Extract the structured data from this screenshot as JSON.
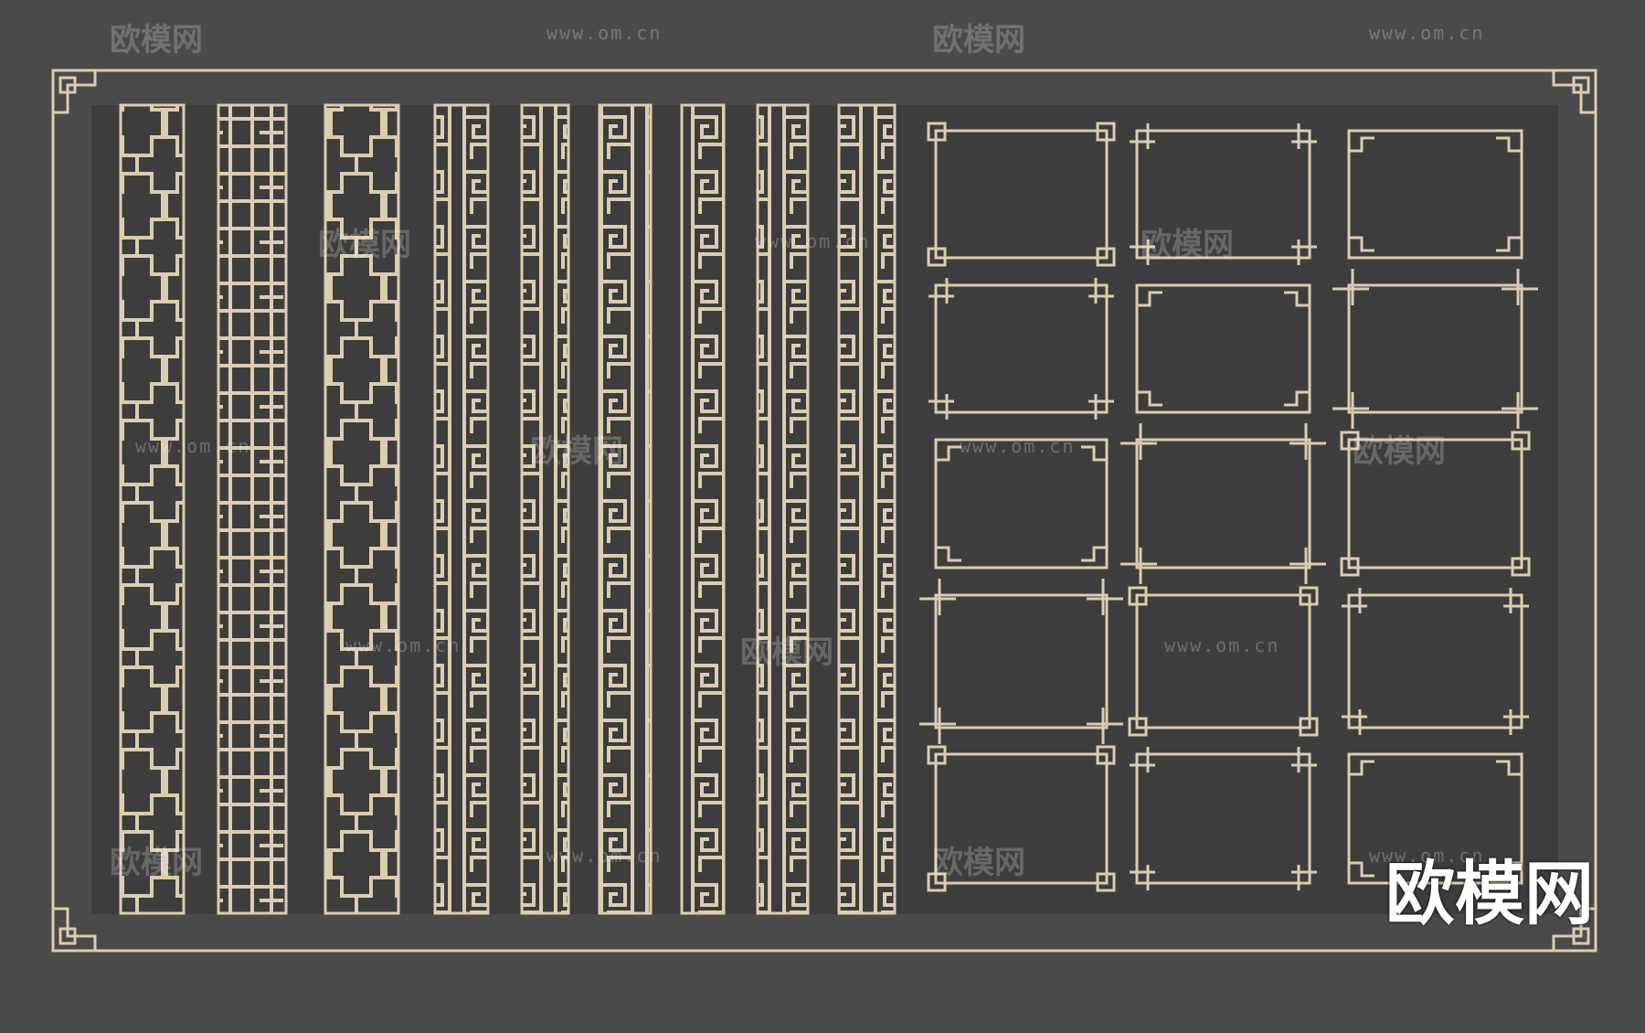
{
  "colors": {
    "background": "#4a4a4a",
    "panel": "#3d3d3d",
    "ornament": "#dccdb0"
  },
  "watermark": {
    "brand": "欧模网",
    "url": "www.om.cn"
  },
  "logo": {
    "text": "欧模网"
  },
  "content": {
    "lattice_strips": 9,
    "frames_columns": 3,
    "frames_rows": 5
  }
}
